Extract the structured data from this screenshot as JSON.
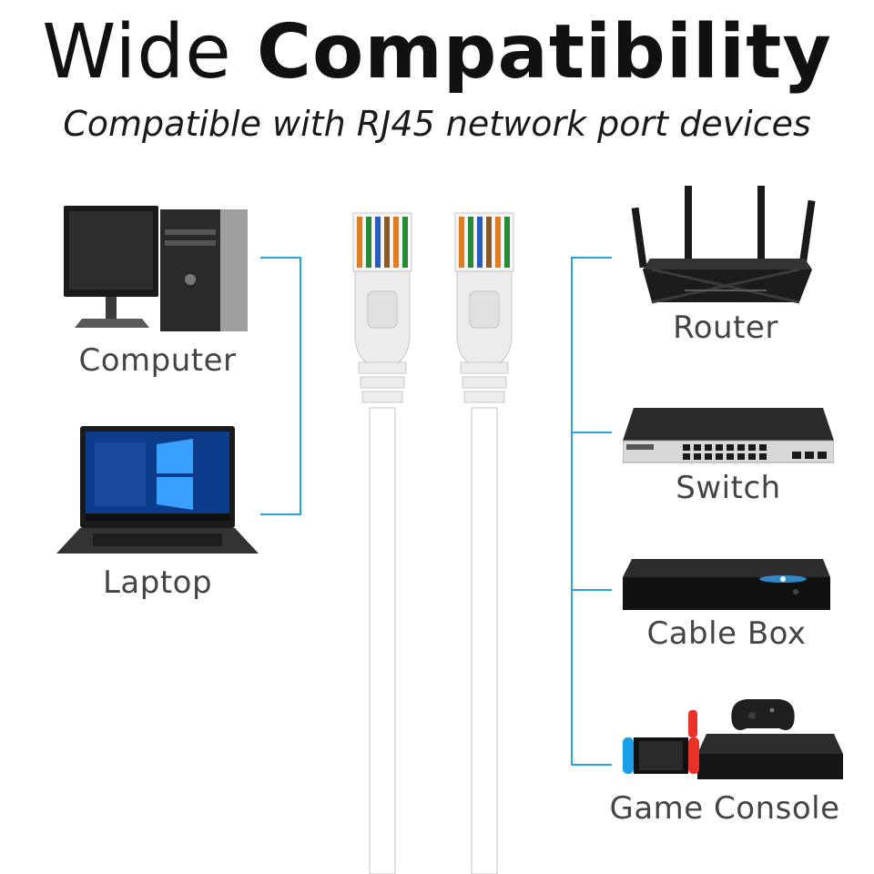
{
  "heading": {
    "light": "Wide",
    "bold": "Compatibility"
  },
  "subtitle": "Compatible with RJ45 network port devices",
  "left_devices": [
    {
      "label": "Computer",
      "icon": "desktop-computer-icon"
    },
    {
      "label": "Laptop",
      "icon": "laptop-icon"
    }
  ],
  "right_devices": [
    {
      "label": "Router",
      "icon": "router-icon"
    },
    {
      "label": "Switch",
      "icon": "network-switch-icon"
    },
    {
      "label": "Cable Box",
      "icon": "cable-box-icon"
    },
    {
      "label": "Game Console",
      "icon": "game-console-icon"
    }
  ],
  "colors": {
    "bracket": "#29a3e0",
    "cable": "#ffffff",
    "device": "#1e1e1e"
  }
}
